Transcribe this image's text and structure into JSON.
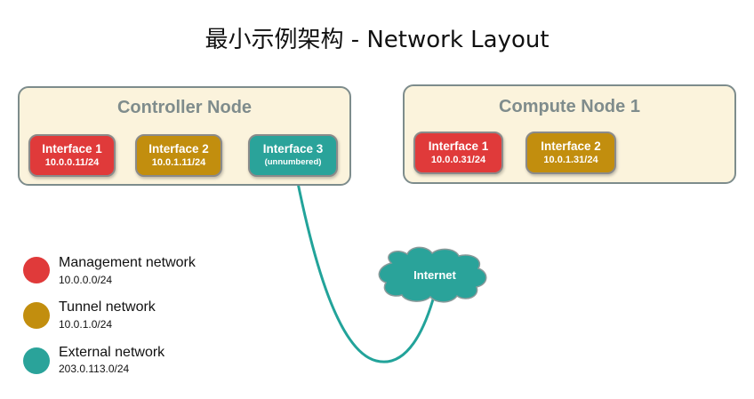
{
  "title": "最小示例架构 - Network Layout",
  "controller": {
    "title": "Controller Node",
    "interfaces": [
      {
        "name": "Interface 1",
        "address": "10.0.0.11/24",
        "color": "#e03a3a"
      },
      {
        "name": "Interface 2",
        "address": "10.0.1.11/24",
        "color": "#c28e0e"
      },
      {
        "name": "Interface 3",
        "address": "(unnumbered)",
        "color": "#2aa39a"
      }
    ]
  },
  "compute": {
    "title": "Compute Node 1",
    "interfaces": [
      {
        "name": "Interface 1",
        "address": "10.0.0.31/24",
        "color": "#e03a3a"
      },
      {
        "name": "Interface 2",
        "address": "10.0.1.31/24",
        "color": "#c28e0e"
      }
    ]
  },
  "internet": {
    "label": "Internet",
    "color": "#2aa39a"
  },
  "legend": [
    {
      "name": "Management network",
      "cidr": "10.0.0.0/24",
      "color": "#e03a3a"
    },
    {
      "name": "Tunnel network",
      "cidr": "10.0.1.0/24",
      "color": "#c28e0e"
    },
    {
      "name": "External network",
      "cidr": "203.0.113.0/24",
      "color": "#2aa39a"
    }
  ]
}
